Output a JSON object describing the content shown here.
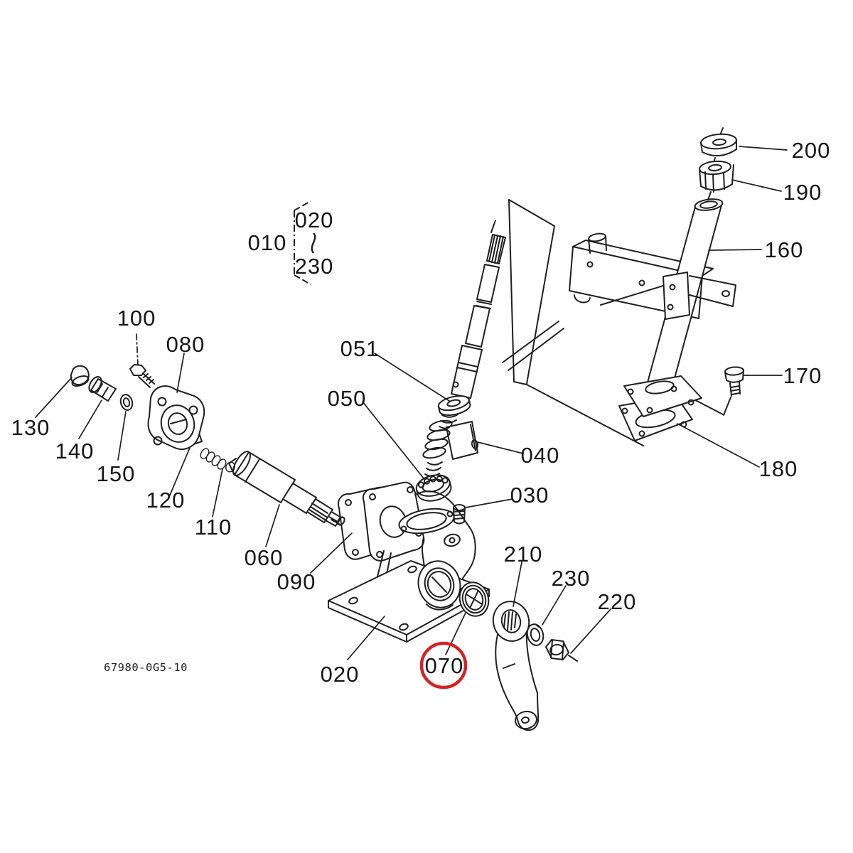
{
  "diagram": {
    "kind": "exploded-parts-diagram",
    "background": "#ffffff",
    "line_color": "#1f1f1f",
    "group_reference": {
      "label": "010",
      "range_from": "020",
      "range_to": "230"
    },
    "callouts": {
      "c020": "020",
      "c030": "030",
      "c040": "040",
      "c050": "050",
      "c051": "051",
      "c060": "060",
      "c070": "070",
      "c080": "080",
      "c090": "090",
      "c100": "100",
      "c110": "110",
      "c120": "120",
      "c130": "130",
      "c140": "140",
      "c150": "150",
      "c160": "160",
      "c170": "170",
      "c180": "180",
      "c190": "190",
      "c200": "200",
      "c210": "210",
      "c220": "220",
      "c230": "230"
    },
    "highlight": {
      "circled_callout": "070",
      "color": "#d42222"
    },
    "footer": {
      "drawing_number": "67980-0G5-10"
    }
  }
}
